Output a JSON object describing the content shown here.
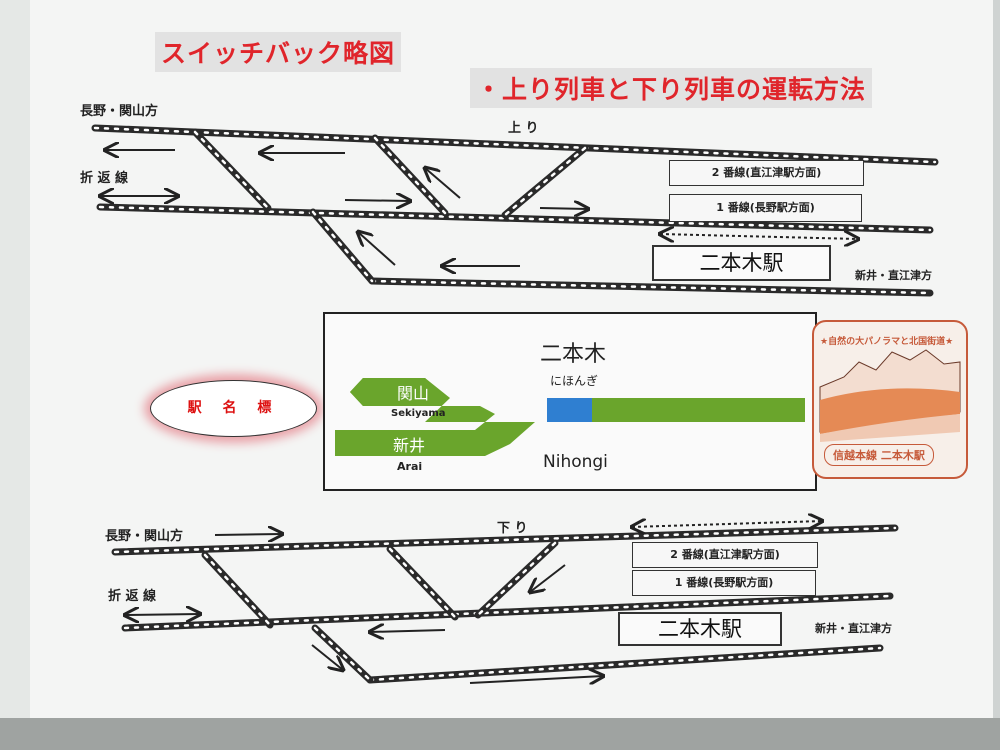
{
  "title": {
    "part1": "スイッチバック略図",
    "part2": "・上り列車と下り列車の運転方法"
  },
  "top_diagram": {
    "direction_label": "上 り",
    "left_top_label": "長野・関山方",
    "left_mid_label": "折 返 線",
    "right_label": "新井・直江津方",
    "track2_label": "2 番線(直江津駅方面)",
    "track1_label": "1 番線(長野駅方面)",
    "station_label": "二本木駅"
  },
  "bottom_diagram": {
    "direction_label": "下 り",
    "left_top_label": "長野・関山方",
    "left_mid_label": "折 返 線",
    "right_label": "新井・直江津方",
    "track2_label": "2 番線(直江津駅方面)",
    "track1_label": "1 番線(長野駅方面)",
    "station_label": "二本木駅"
  },
  "station_sign": {
    "label": "駅 名 標",
    "name_kanji": "二本木",
    "name_kana": "にほんぎ",
    "name_romaji": "Nihongi",
    "prev_kanji": "関山",
    "prev_romaji": "Sekiyama",
    "next_kanji": "新井",
    "next_romaji": "Arai",
    "line_color": "#6aa52c",
    "station_color": "#2f7fd1"
  },
  "stamp": {
    "top_text": "★自然の大パノラマと北国街道★",
    "bottom_text": "信越本線 二本木駅",
    "color": "#c65a3a"
  },
  "colors": {
    "title_red": "#e0252b",
    "track": "#2a2a2a"
  }
}
